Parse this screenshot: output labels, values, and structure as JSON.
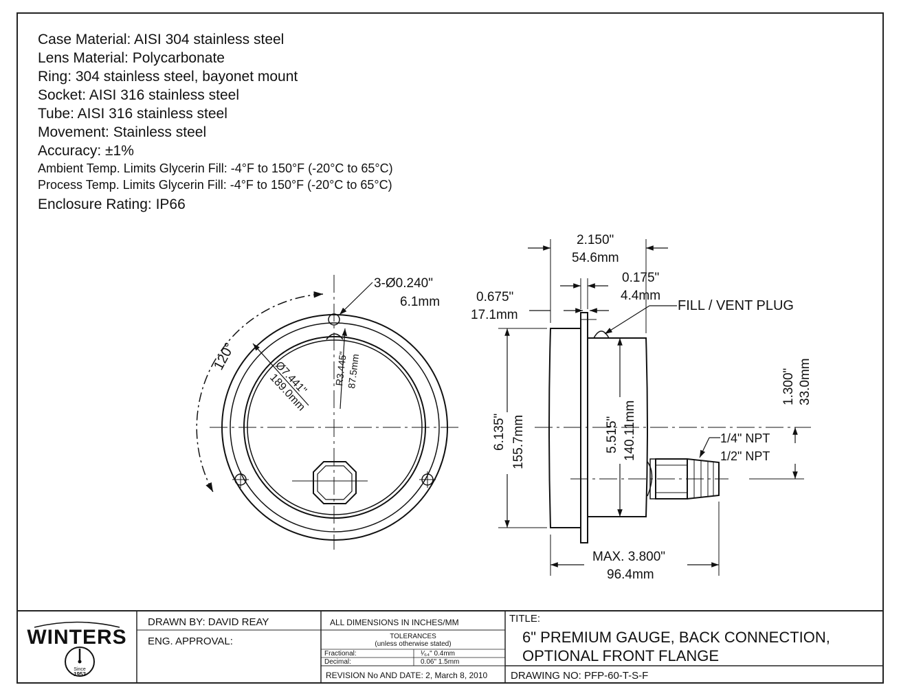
{
  "specs": [
    {
      "text": "Case Material: AISI 304 stainless steel",
      "size": "large"
    },
    {
      "text": "Lens Material: Polycarbonate",
      "size": "large"
    },
    {
      "text": "Ring: 304 stainless steel, bayonet mount",
      "size": "large"
    },
    {
      "text": "Socket: AISI 316 stainless steel",
      "size": "large"
    },
    {
      "text": "Tube: AISI 316 stainless steel",
      "size": "large"
    },
    {
      "text": "Movement: Stainless steel",
      "size": "large"
    },
    {
      "text": "Accuracy: ±1%",
      "size": "large"
    },
    {
      "text": "Ambient Temp. Limits Glycerin Fill: -4°F to 150°F (-20°C to 65°C)",
      "size": "small"
    },
    {
      "text": "Process Temp. Limits Glycerin Fill: -4°F to 150°F (-20°C to 65°C)",
      "size": "small"
    },
    {
      "text": "Enclosure Rating: IP66",
      "size": "large"
    }
  ],
  "front_view": {
    "angle": "120°",
    "hole_callout": [
      "3-Ø0.240\"",
      "6.1mm"
    ],
    "diameter": [
      "Ø7.441\"",
      "189.0mm"
    ],
    "radius": [
      "R3.445\"",
      "87.5mm"
    ]
  },
  "side_view": {
    "overall_depth": [
      "2.150\"",
      "54.6mm"
    ],
    "flange_thickness": [
      "0.175\"",
      "4.4mm"
    ],
    "offset": [
      "0.675\"",
      "17.1mm"
    ],
    "fill_plug": "FILL / VENT PLUG",
    "case_height": [
      "6.135\"",
      "155.7mm"
    ],
    "lens_height": [
      "5.515\"",
      "140.11mm"
    ],
    "connection_offset": [
      "1.300\"",
      "33.0mm"
    ],
    "npt_labels": [
      "1/4\" NPT",
      "1/2\" NPT"
    ],
    "max_depth": [
      "MAX. 3.800\"",
      "96.4mm"
    ]
  },
  "title_block": {
    "logo_text": "WINTERS",
    "logo_since": "Since",
    "logo_year": "1953",
    "drawn_by": "DRAWN BY: DAVID REAY",
    "eng_approval": "ENG. APPROVAL:",
    "units": "ALL DIMENSIONS IN INCHES/MM",
    "tolerances_title": "TOLERANCES",
    "tolerances_sub": "(unless otherwise stated)",
    "fractional_label": "Fractional:",
    "fractional_value": "¹⁄₆₄\" 0.4mm",
    "decimal_label": "Decimal:",
    "decimal_value": "0.06\" 1.5mm",
    "revision": "REVISION No AND DATE: 2, March 8, 2010",
    "title_label": "TITLE:",
    "title_line1": "6\" PREMIUM GAUGE, BACK CONNECTION,",
    "title_line2": "OPTIONAL FRONT FLANGE",
    "drawing_no": "DRAWING NO: PFP-60-T-S-F"
  }
}
